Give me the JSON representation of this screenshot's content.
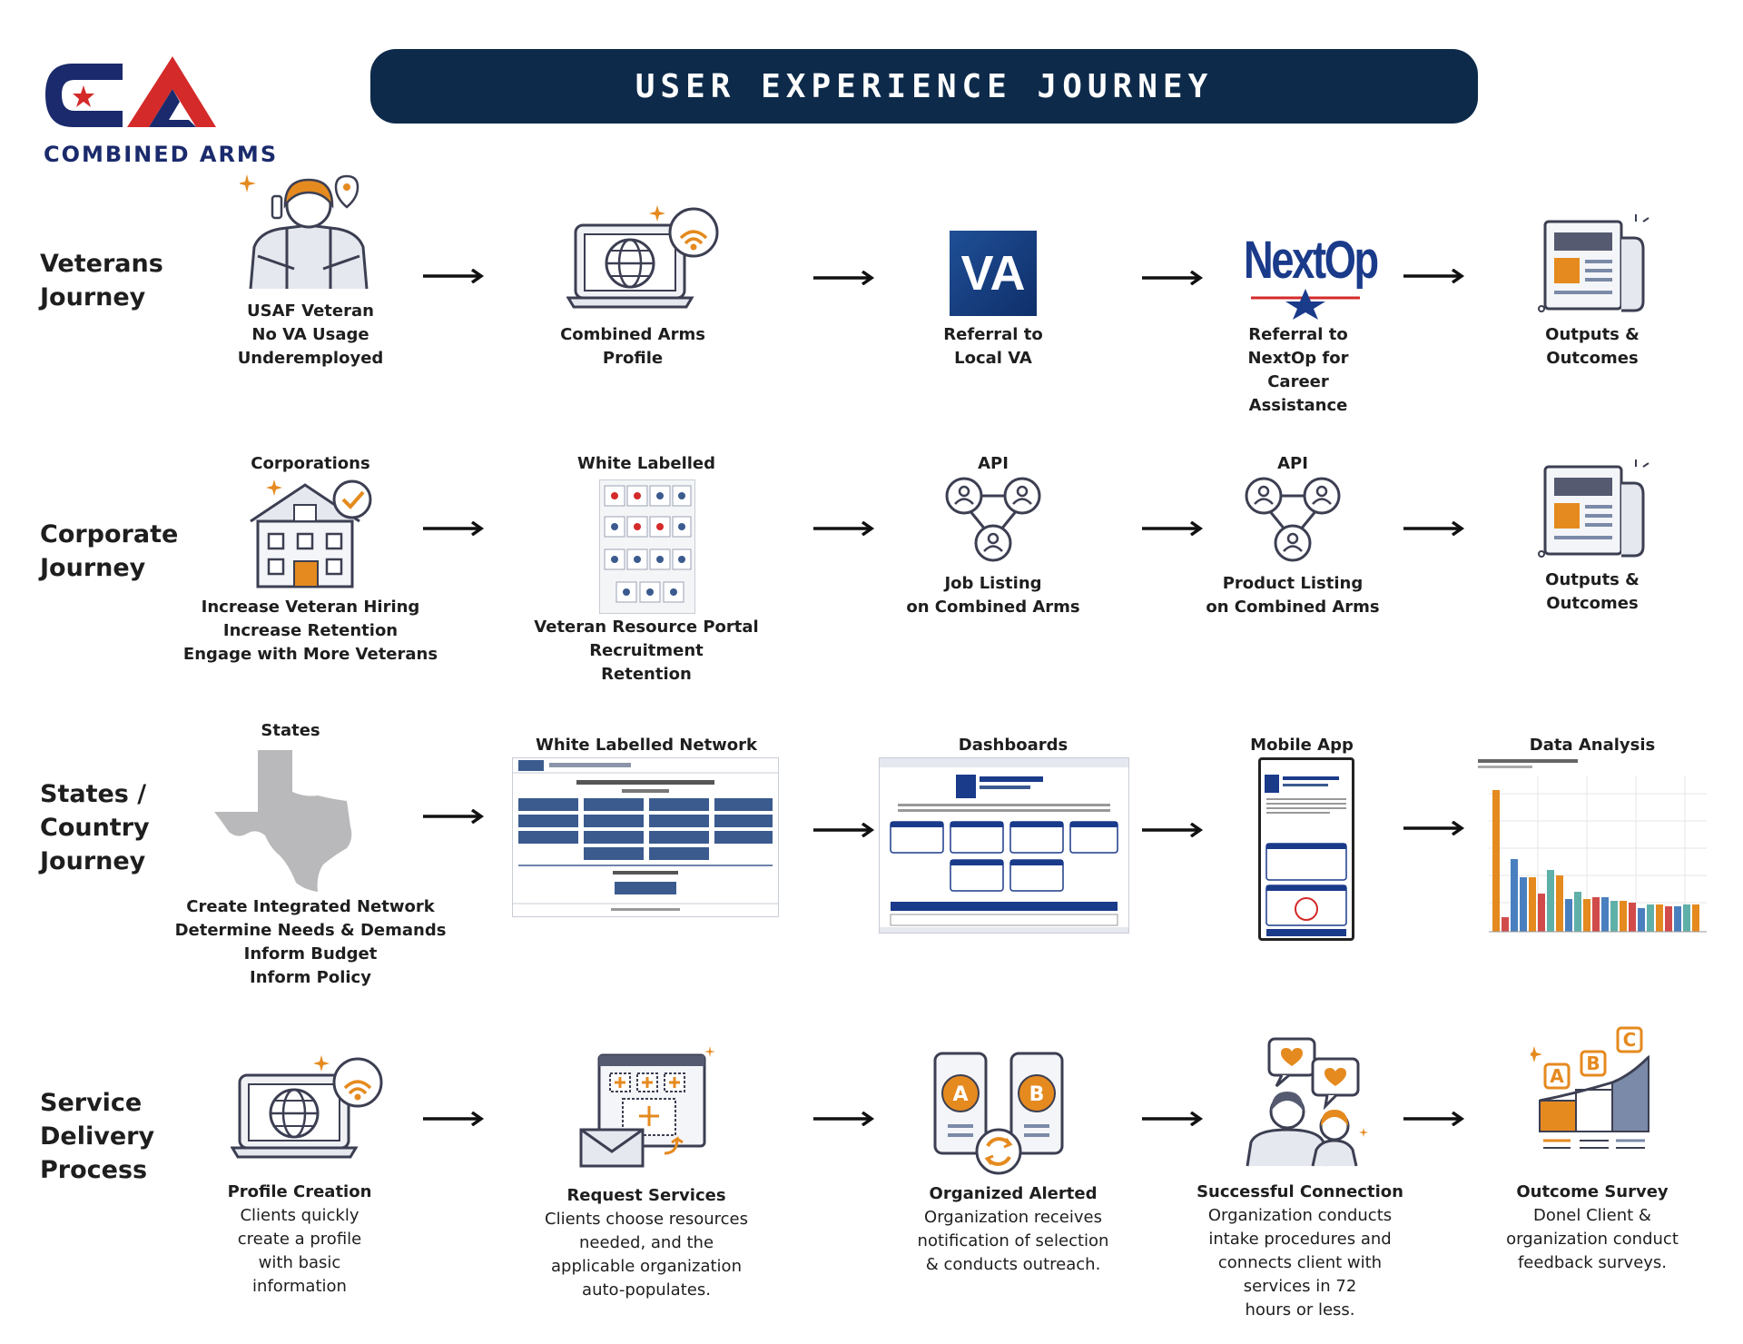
{
  "header": {
    "logo_text": "COMBINED ARMS",
    "title": "USER  EXPERIENCE  JOURNEY"
  },
  "colors": {
    "navy": "#0d2a4a",
    "accent_orange": "#e58a1f",
    "logo_red": "#d42a2a",
    "logo_blue": "#1a2a6c",
    "arrow": "#111111"
  },
  "rows": {
    "veterans": {
      "label_lines": [
        "Veterans",
        "Journey"
      ],
      "steps": [
        {
          "icon": "veteran-person-icon",
          "caption_lines": [
            "USAF Veteran",
            "No VA Usage",
            "Underemployed"
          ]
        },
        {
          "icon": "laptop-globe-icon",
          "caption_lines": [
            "Combined Arms",
            "Profile"
          ]
        },
        {
          "icon": "va-logo",
          "logo_text": "VA",
          "caption_lines": [
            "Referral to",
            "Local VA"
          ]
        },
        {
          "icon": "nextop-logo",
          "logo_text": "NextOp",
          "caption_lines": [
            "Referral to",
            "NextOp for",
            "Career",
            "Assistance"
          ]
        },
        {
          "icon": "newspaper-icon",
          "caption_lines": [
            "Outputs &",
            "Outcomes"
          ]
        }
      ]
    },
    "corporate": {
      "label_lines": [
        "Corporate",
        "Journey"
      ],
      "steps": [
        {
          "top_label": "Corporations",
          "icon": "building-check-icon",
          "caption_lines": [
            "Increase Veteran Hiring",
            "Increase Retention",
            "Engage with More Veterans"
          ]
        },
        {
          "top_label": "White Labelled",
          "icon": "portal-grid-icon",
          "caption_lines": [
            "Veteran Resource Portal",
            "Recruitment",
            "Retention"
          ]
        },
        {
          "top_label": "API",
          "icon": "network-people-icon",
          "caption_lines": [
            "Job Listing",
            "on Combined Arms"
          ]
        },
        {
          "top_label": "API",
          "icon": "network-people-icon",
          "caption_lines": [
            "Product Listing",
            "on Combined Arms"
          ]
        },
        {
          "icon": "newspaper-icon",
          "caption_lines": [
            "Outputs &",
            "Outcomes"
          ]
        }
      ]
    },
    "states": {
      "label_lines": [
        "States /",
        "Country",
        "Journey"
      ],
      "steps": [
        {
          "top_label": "States",
          "icon": "texas-map-icon",
          "caption_lines": [
            "Create Integrated Network",
            "Determine Needs & Demands",
            "Inform Budget",
            "Inform Policy"
          ]
        },
        {
          "top_label": "White Labelled Network",
          "icon": "network-screenshot"
        },
        {
          "top_label": "Dashboards",
          "icon": "dashboard-screenshot"
        },
        {
          "top_label": "Mobile App",
          "icon": "mobile-screenshot"
        },
        {
          "top_label": "Data Analysis",
          "icon": "bar-chart-screenshot"
        }
      ]
    },
    "service": {
      "label_lines": [
        "Service",
        "Delivery",
        "Process"
      ],
      "steps": [
        {
          "icon": "laptop-globe-icon",
          "title": "Profile Creation",
          "caption_lines": [
            "Clients quickly",
            "create a profile",
            "with basic",
            "information"
          ]
        },
        {
          "icon": "browser-request-icon",
          "title": "Request Services",
          "caption_lines": [
            "Clients choose resources",
            "needed, and the",
            "applicable organization",
            "auto-populates."
          ]
        },
        {
          "icon": "phones-ab-icon",
          "title": "Organized Alerted",
          "caption_lines": [
            "Organization receives",
            "notification of selection",
            "& conducts outreach."
          ]
        },
        {
          "icon": "people-chat-icon",
          "title": "Successful Connection",
          "caption_lines": [
            "Organization conducts",
            "intake procedures and",
            "connects client with",
            "services in 72",
            "hours or less."
          ]
        },
        {
          "icon": "abc-growth-icon",
          "title": "Outcome Survey",
          "caption_lines": [
            "Donel Client &",
            "organization conduct",
            "feedback surveys."
          ]
        }
      ]
    }
  }
}
